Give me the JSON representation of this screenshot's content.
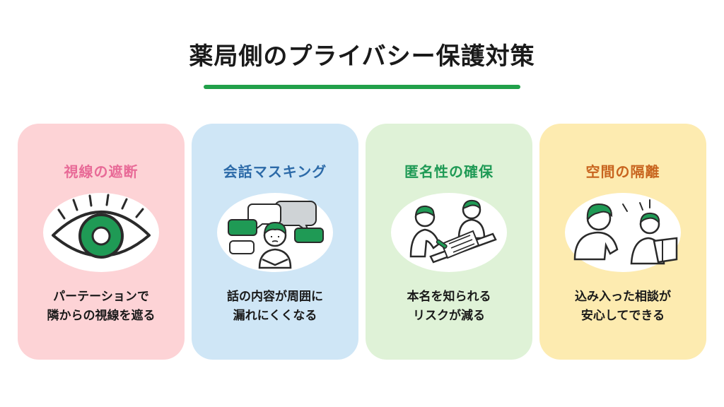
{
  "title": "薬局側のプライバシー保護対策",
  "colors": {
    "accent_green": "#21a04a",
    "illustration_green": "#1f9a55",
    "ink": "#2a2a2a"
  },
  "cards": [
    {
      "title": "視線の遮断",
      "title_color": "#e86a97",
      "bg": "#fdd3d6",
      "icon": "eye-icon",
      "desc": [
        "パーテーションで",
        "隣からの視線を遮る"
      ]
    },
    {
      "title": "会話マスキング",
      "title_color": "#2c6aa8",
      "bg": "#cfe6f6",
      "icon": "speech-masking-icon",
      "desc": [
        "話の内容が周囲に",
        "漏れにくくなる"
      ]
    },
    {
      "title": "匿名性の確保",
      "title_color": "#1f9a55",
      "bg": "#dff2d7",
      "icon": "anonymous-form-icon",
      "desc": [
        "本名を知られる",
        "リスクが減る"
      ]
    },
    {
      "title": "空間の隔離",
      "title_color": "#c8641e",
      "bg": "#fdebb0",
      "icon": "separated-space-icon",
      "desc": [
        "込み入った相談が",
        "安心してできる"
      ]
    }
  ]
}
